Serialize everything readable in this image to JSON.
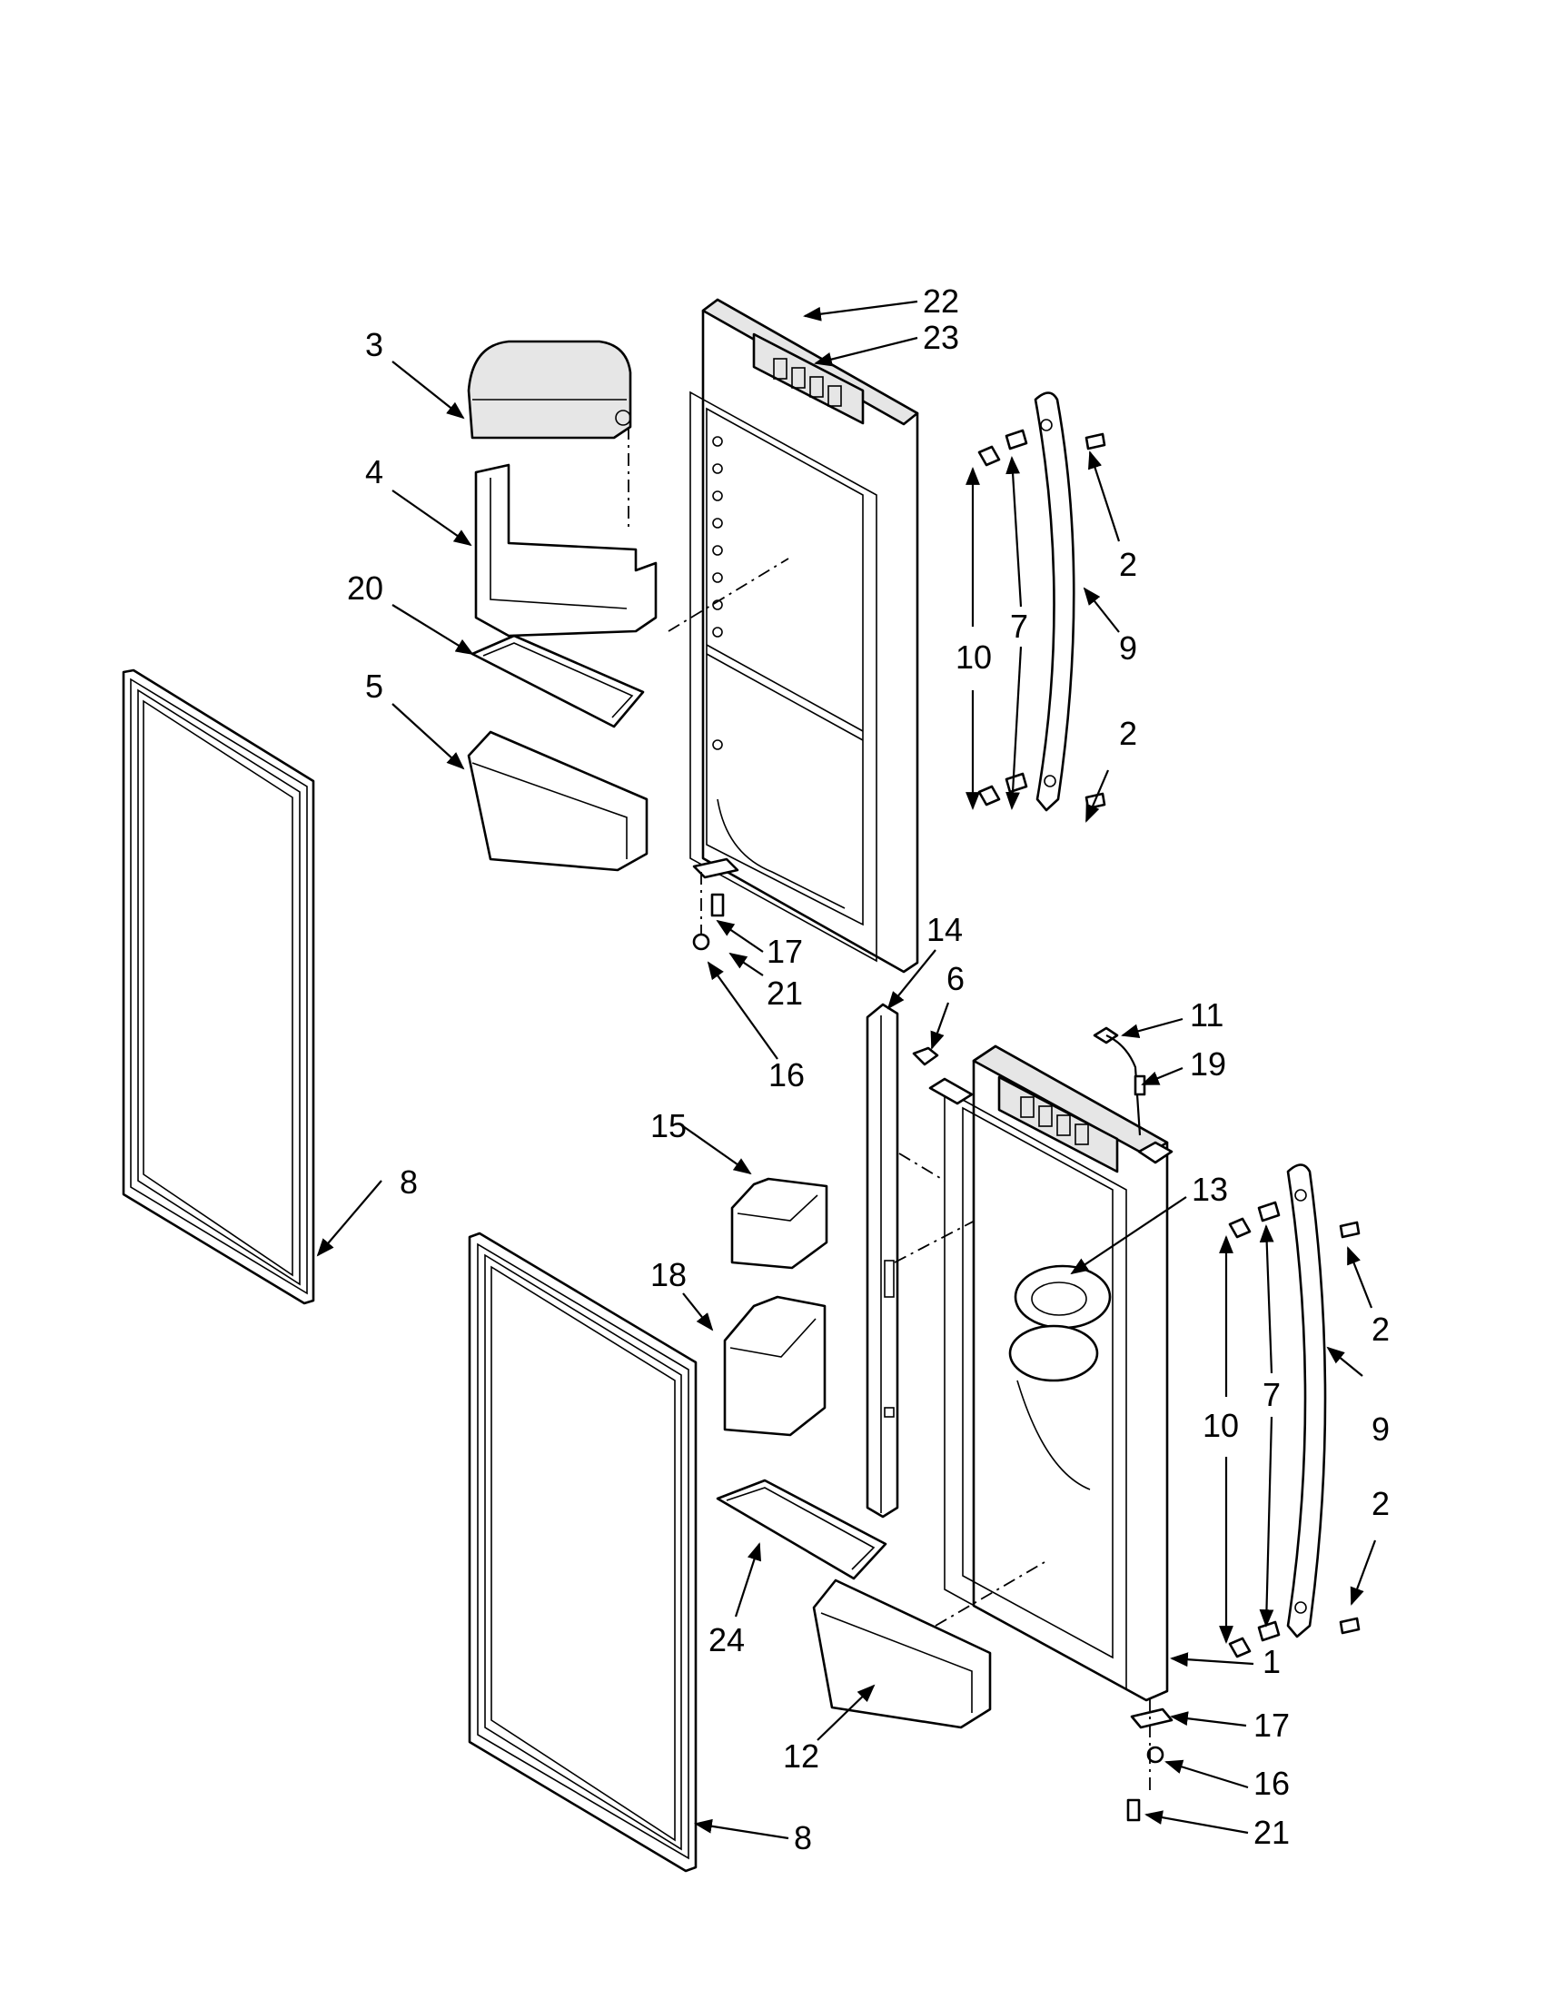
{
  "callouts": {
    "c22": "22",
    "c23": "23",
    "c3": "3",
    "c4": "4",
    "c20": "20",
    "c5": "5",
    "c2a": "2",
    "c9a": "9",
    "c7a": "7",
    "c10a": "10",
    "c2b": "2",
    "c17a": "17",
    "c21a": "21",
    "c16a": "16",
    "c14": "14",
    "c6": "6",
    "c11": "11",
    "c19": "19",
    "c15": "15",
    "c13": "13",
    "c8a": "8",
    "c18": "18",
    "c2c": "2",
    "c7b": "7",
    "c10b": "10",
    "c9b": "9",
    "c2d": "2",
    "c24": "24",
    "c1": "1",
    "c17b": "17",
    "c12": "12",
    "c16b": "16",
    "c21b": "21",
    "c8b": "8"
  }
}
